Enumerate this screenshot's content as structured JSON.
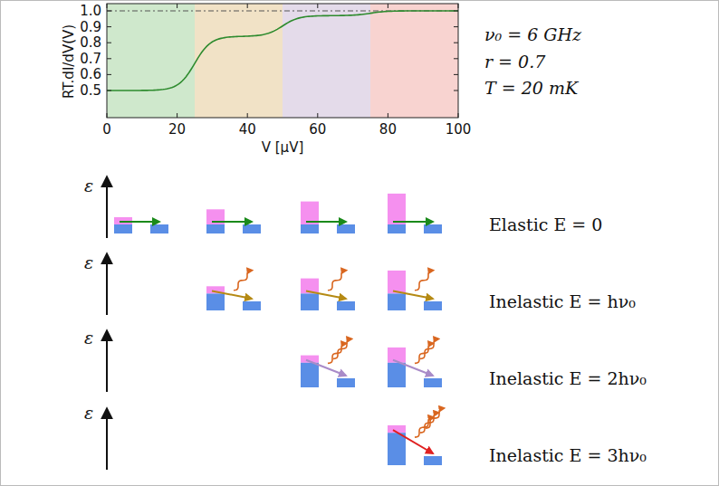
{
  "diagram": {
    "labels": [
      "1.0",
      "0.9",
      "0.8",
      "0.7",
      "0.6",
      "0.5",
      "0",
      "20",
      "40",
      "60",
      "80",
      "100",
      "V [μV]",
      "RT.dI/dV(V)",
      "ν₀ = 6 GHz",
      "r = 0.7",
      "T = 20 mK",
      "ε",
      "ε",
      "ε",
      "ε",
      "Elastic E = 0",
      "Inelastic E = hν₀",
      "Inelastic E = 2hν₀",
      "Inelastic E = 3hν₀"
    ]
  }
}
